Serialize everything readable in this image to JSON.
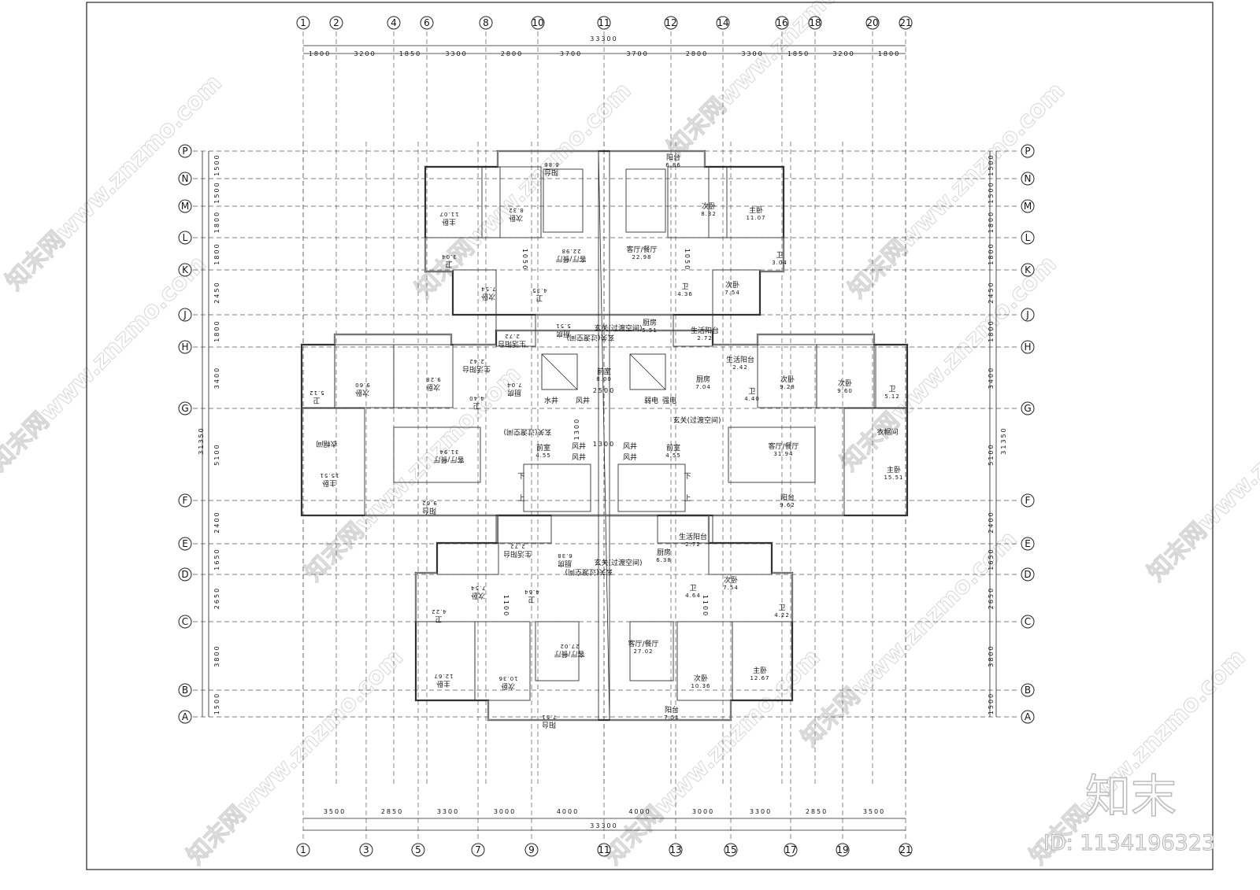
{
  "drawing": {
    "top_axes": [
      "1",
      "2",
      "4",
      "6",
      "8",
      "10",
      "11",
      "12",
      "14",
      "16",
      "18",
      "20",
      "21"
    ],
    "bottom_axes": [
      "1",
      "3",
      "5",
      "7",
      "9",
      "11",
      "13",
      "15",
      "17",
      "19",
      "21"
    ],
    "row_axes": [
      "P",
      "N",
      "M",
      "L",
      "K",
      "J",
      "H",
      "G",
      "F",
      "E",
      "D",
      "C",
      "B",
      "A"
    ],
    "top_total": "33300",
    "top_segments": [
      "1800",
      "3200",
      "1850",
      "3300",
      "2800",
      "3700",
      "3700",
      "2800",
      "3300",
      "1850",
      "3200",
      "1800"
    ],
    "bottom_total": "33300",
    "bottom_segments": [
      "3500",
      "2850",
      "3300",
      "3000",
      "4000",
      "4000",
      "3000",
      "3300",
      "2850",
      "3500"
    ],
    "side_total": "31350",
    "side_segments": [
      "1500",
      "1500",
      "1800",
      "1800",
      "2450",
      "1800",
      "3400",
      "5100",
      "2400",
      "1650",
      "2650",
      "3800",
      "1500"
    ],
    "interior_dims": [
      "2500",
      "1300",
      "1300",
      "1050",
      "1050",
      "1100",
      "1100"
    ],
    "rooms": [
      {
        "name": "阳台",
        "area": "6.86"
      },
      {
        "name": "阳台",
        "area": "6.86"
      },
      {
        "name": "主卧",
        "area": "11.07"
      },
      {
        "name": "主卧",
        "area": "11.07"
      },
      {
        "name": "次卧",
        "area": "8.32"
      },
      {
        "name": "次卧",
        "area": "8.32"
      },
      {
        "name": "客厅/餐厅",
        "area": "22.98"
      },
      {
        "name": "客厅/餐厅",
        "area": "22.98"
      },
      {
        "name": "卫",
        "area": "3.04"
      },
      {
        "name": "卫",
        "area": "3.04"
      },
      {
        "name": "次卧",
        "area": "7.54"
      },
      {
        "name": "次卧",
        "area": "7.54"
      },
      {
        "name": "卫",
        "area": "4.35"
      },
      {
        "name": "卫",
        "area": "4.36"
      },
      {
        "name": "厨房",
        "area": "5.51"
      },
      {
        "name": "厨房",
        "area": "5.51"
      },
      {
        "name": "玄关(过渡空间)",
        "area": ""
      },
      {
        "name": "玄关(过渡空间)",
        "area": ""
      },
      {
        "name": "生活阳台",
        "area": "2.72"
      },
      {
        "name": "生活阳台",
        "area": "2.72"
      },
      {
        "name": "卫",
        "area": "5.12"
      },
      {
        "name": "卫",
        "area": "5.12"
      },
      {
        "name": "次卧",
        "area": "9.60"
      },
      {
        "name": "次卧",
        "area": "9.60"
      },
      {
        "name": "次卧",
        "area": "9.28"
      },
      {
        "name": "次卧",
        "area": "9.28"
      },
      {
        "name": "生活阳台",
        "area": "2.42"
      },
      {
        "name": "生活阳台",
        "area": "2.42"
      },
      {
        "name": "卫",
        "area": "4.40"
      },
      {
        "name": "卫",
        "area": "4.40"
      },
      {
        "name": "厨房",
        "area": "7.04"
      },
      {
        "name": "厨房",
        "area": "7.04"
      },
      {
        "name": "前室",
        "area": "8.00"
      },
      {
        "name": "水井",
        "area": ""
      },
      {
        "name": "风井",
        "area": ""
      },
      {
        "name": "弱电",
        "area": ""
      },
      {
        "name": "强电",
        "area": ""
      },
      {
        "name": "玄关(过渡空间)",
        "area": ""
      },
      {
        "name": "玄关(过渡空间)",
        "area": ""
      },
      {
        "name": "前室",
        "area": "4.55"
      },
      {
        "name": "前室",
        "area": "4.55"
      },
      {
        "name": "风井",
        "area": ""
      },
      {
        "name": "风井",
        "area": ""
      },
      {
        "name": "风井",
        "area": ""
      },
      {
        "name": "风井",
        "area": ""
      },
      {
        "name": "衣帽间",
        "area": ""
      },
      {
        "name": "衣帽间",
        "area": ""
      },
      {
        "name": "主卧",
        "area": "15.51"
      },
      {
        "name": "主卧",
        "area": "15.51"
      },
      {
        "name": "客厅/餐厅",
        "area": "31.94"
      },
      {
        "name": "客厅/餐厅",
        "area": "31.94"
      },
      {
        "name": "阳台",
        "area": "9.62"
      },
      {
        "name": "阳台",
        "area": "9.62"
      },
      {
        "name": "下",
        "area": ""
      },
      {
        "name": "上",
        "area": ""
      },
      {
        "name": "下",
        "area": ""
      },
      {
        "name": "上",
        "area": ""
      },
      {
        "name": "生活阳台",
        "area": "2.72"
      },
      {
        "name": "生活阳台",
        "area": "2.72"
      },
      {
        "name": "厨房",
        "area": "6.38"
      },
      {
        "name": "厨房",
        "area": "6.38"
      },
      {
        "name": "玄关(过渡空间)",
        "area": ""
      },
      {
        "name": "玄关(过渡空间)",
        "area": ""
      },
      {
        "name": "次卧",
        "area": "7.54"
      },
      {
        "name": "次卧",
        "area": "7.54"
      },
      {
        "name": "卫",
        "area": "4.64"
      },
      {
        "name": "卫",
        "area": "4.64"
      },
      {
        "name": "卫",
        "area": "4.22"
      },
      {
        "name": "卫",
        "area": "4.22"
      },
      {
        "name": "客厅/餐厅",
        "area": "27.02"
      },
      {
        "name": "客厅/餐厅",
        "area": "27.02"
      },
      {
        "name": "主卧",
        "area": "12.67"
      },
      {
        "name": "主卧",
        "area": "12.67"
      },
      {
        "name": "次卧",
        "area": "10.36"
      },
      {
        "name": "次卧",
        "area": "10.36"
      },
      {
        "name": "阳台",
        "area": "7.51"
      },
      {
        "name": "阳台",
        "area": "7.51"
      }
    ]
  },
  "watermark": {
    "diagonal_text": "知末网www.znzmo.com",
    "logo": "知末",
    "id_label": "ID: 1134196323"
  },
  "colors": {
    "line": "#222222",
    "grid": "#555555",
    "watermark": "#cccccc"
  }
}
